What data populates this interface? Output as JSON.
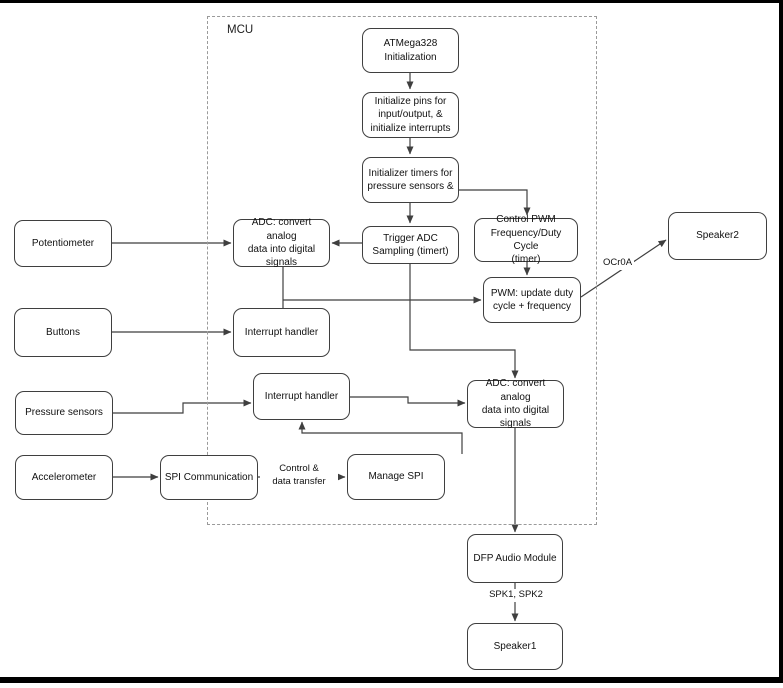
{
  "diagram": {
    "mcu_label": "MCU",
    "nodes": {
      "atmega": "ATMega328\nInitialization",
      "init_pins": "Initialize pins for\ninput/output, &\ninitialize interrupts",
      "init_timers": "Initializer timers for\npressure sensors &",
      "trigger_adc": "Trigger ADC\nSampling (timert)",
      "control_pwm": "Control PWM\nFrequency/Duty Cycle\n(timer)",
      "adc1": "ADC: convert analog\ndata into digital\nsignals",
      "pwm_update": "PWM: update duty\ncycle + frequency",
      "speaker2": "Speaker2",
      "interrupt1": "Interrupt handler",
      "interrupt2": "Interrupt handler",
      "adc2": "ADC: convert analog\ndata into digital\nsignals",
      "spi_comm": "SPI Communication",
      "manage_spi": "Manage SPI",
      "dfp": "DFP Audio Module",
      "speaker1": "Speaker1",
      "potentiometer": "Potentiometer",
      "buttons": "Buttons",
      "pressure": "Pressure sensors",
      "accelerometer": "Accelerometer"
    },
    "edge_labels": {
      "ocr0a": "OCr0A",
      "spk": "SPK1, SPK2",
      "control_transfer": "Control &\ndata transfer"
    },
    "colors": {
      "line": "#3f3f3f",
      "box_border": "#3f3f3f",
      "dashed_border": "#9a9a9a",
      "frame": "#000000"
    }
  }
}
